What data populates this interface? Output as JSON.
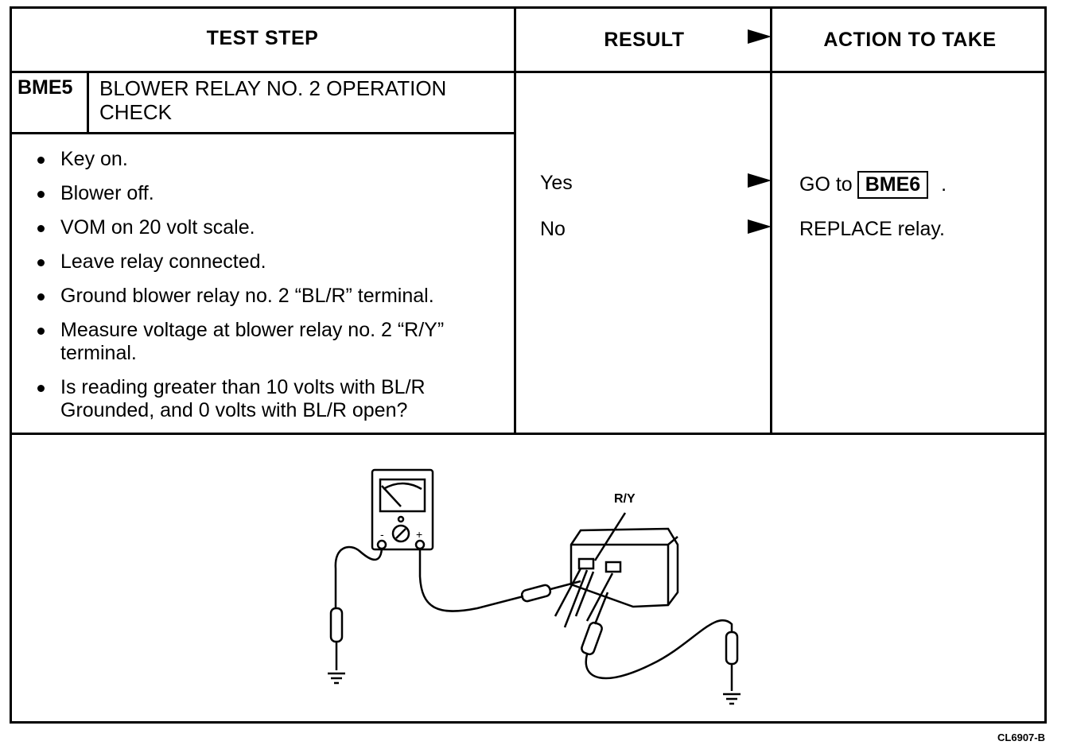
{
  "table": {
    "headers": {
      "test_step": "TEST STEP",
      "result": "RESULT",
      "action": "ACTION TO TAKE"
    },
    "step": {
      "id": "BME5",
      "title_line1": "BLOWER RELAY NO. 2 OPERATION",
      "title_line2": "CHECK"
    },
    "bullets": [
      "Key on.",
      "Blower off.",
      "VOM on 20 volt scale.",
      "Leave relay connected.",
      "Ground blower relay no. 2 “BL/R” terminal.",
      "Measure voltage at blower relay no. 2 “R/Y” terminal.",
      "Is reading greater than 10 volts with BL/R Grounded, and 0 volts with BL/R open?"
    ],
    "results": [
      {
        "result": "Yes",
        "action_prefix": "GO to",
        "action_ref": "BME6",
        "action_suffix": "."
      },
      {
        "result": "No",
        "action_text": "REPLACE relay."
      }
    ]
  },
  "illustration": {
    "wire_label": "R/Y",
    "meter_minus": "-",
    "meter_plus": "+"
  },
  "figure_code": "CL6907-B"
}
